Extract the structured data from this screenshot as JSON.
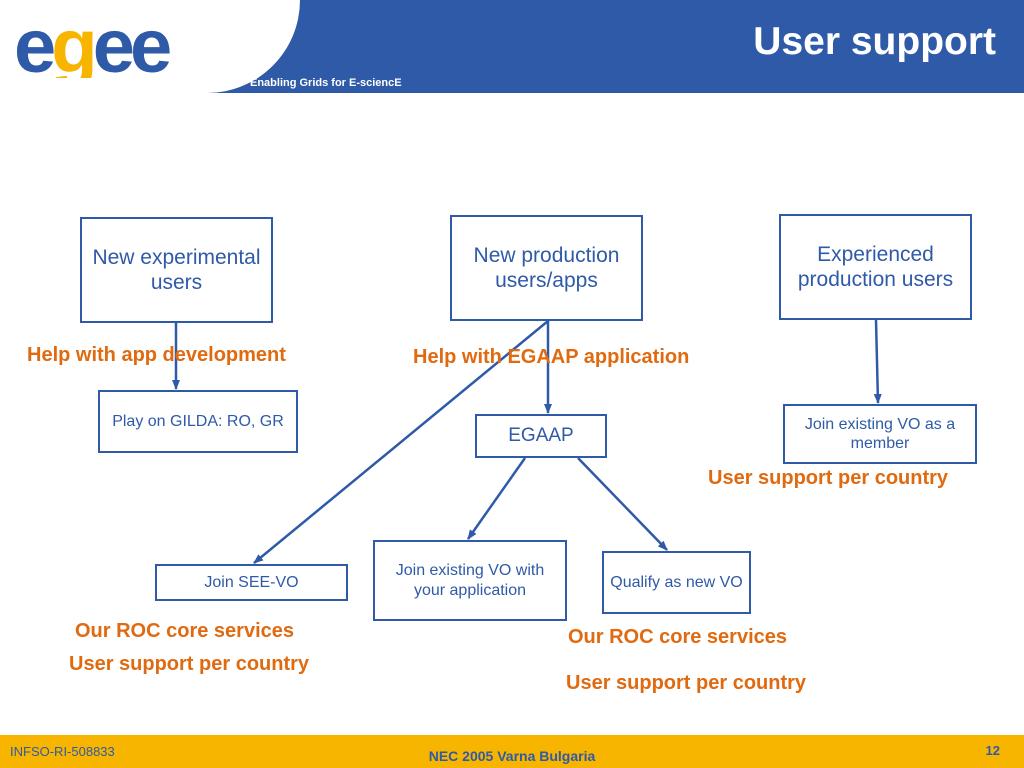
{
  "header": {
    "logo_text": "egee",
    "tagline": "Enabling Grids for E-sciencE",
    "title": "User support"
  },
  "diagram": {
    "boxes": {
      "new_experimental": "New experimental users",
      "new_production": "New production users/apps",
      "experienced_production": "Experienced production users",
      "play_gilda": "Play on GILDA: RO, GR",
      "egaap": "EGAAP",
      "join_vo_member": "Join existing VO as a member",
      "join_see_vo": "Join SEE-VO",
      "join_vo_app": "Join existing VO with your application",
      "qualify_new_vo": "Qualify as new VO"
    },
    "labels": {
      "help_app_dev": "Help with app development",
      "help_egaap": "Help with EGAAP application",
      "support_country_right": "User support per country",
      "roc_core_left": "Our ROC core services",
      "support_country_left": "User support per country",
      "roc_core_right": "Our ROC core services",
      "support_country_bottom": "User support per country"
    }
  },
  "footer": {
    "left": "INFSO-RI-508833",
    "center": "NEC 2005 Varna Bulgaria",
    "page_number": "12"
  },
  "colors": {
    "header_blue": "#2f5aa8",
    "accent_orange": "#e06a10",
    "footer_yellow": "#f7b500",
    "logo_yellow": "#f7b500"
  }
}
